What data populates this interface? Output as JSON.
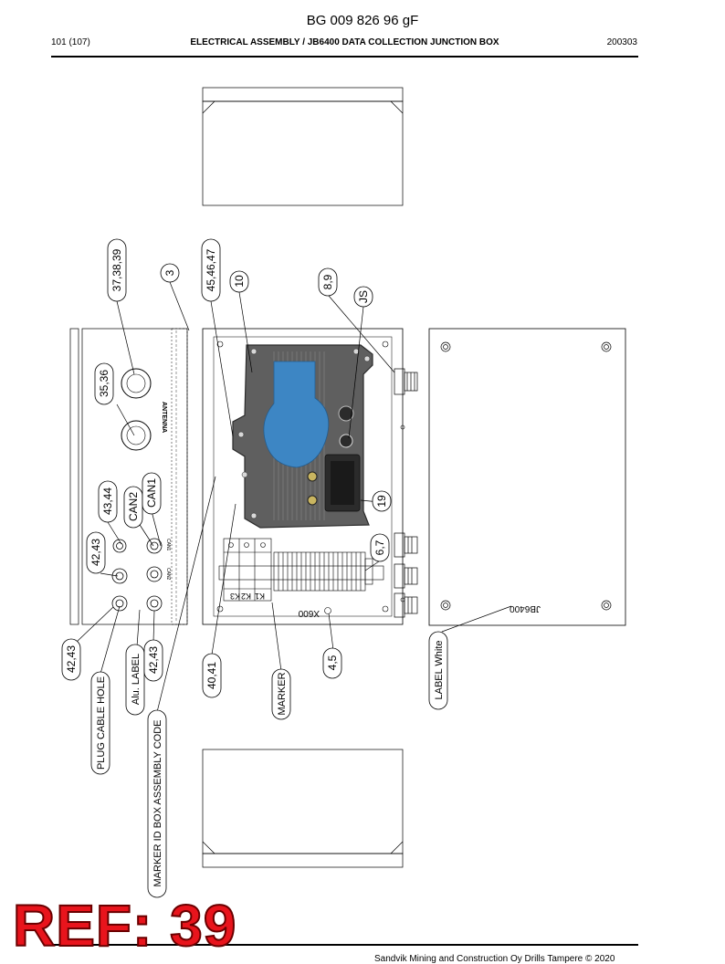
{
  "header": {
    "doc_number": "BG 009 826 96 gF",
    "page": "101 (107)",
    "title": "ELECTRICAL ASSEMBLY / JB6400 DATA COLLECTION JUNCTION BOX",
    "date": "200303"
  },
  "footer": {
    "copyright": "Sandvik Mining and Construction Oy Drills Tampere © 2020"
  },
  "stamp": {
    "text": "REF: 39",
    "color": "#e8141c"
  },
  "callouts": {
    "c37_38_39": "37,38,39",
    "c3": "3",
    "c45_46_47": "45,46,47",
    "c10": "10",
    "c8_9": "8,9",
    "cJS": "JS",
    "c35_36": "35,36",
    "c43_44": "43,44",
    "cCAN2": "CAN2",
    "cCAN1": "CAN1",
    "c42_43_a": "42,43",
    "c42_43_b": "42,43",
    "c42_43_c": "42,43",
    "cAlu_label": "Alu. LABEL",
    "cPlug_hole": "PLUG CABLE HOLE",
    "cMarker_id": "MARKER ID BOX ASSEMBLY CODE",
    "c40_41": "40,41",
    "cMarker": "MARKER",
    "c4_5": "4,5",
    "c6_7": "6,7",
    "c19": "19",
    "cLabel_white": "LABEL White"
  },
  "panel_labels": {
    "antenna": "ANTENNA",
    "x600": "X600",
    "k1": "K1",
    "k2": "K2",
    "k3": "K3",
    "jb6400": "JB6400",
    "can1": "CAN1",
    "can2": "CAN2"
  },
  "colors": {
    "module_body": "#5f5f5f",
    "module_blue": "#3d86c4",
    "line": "#000000"
  }
}
